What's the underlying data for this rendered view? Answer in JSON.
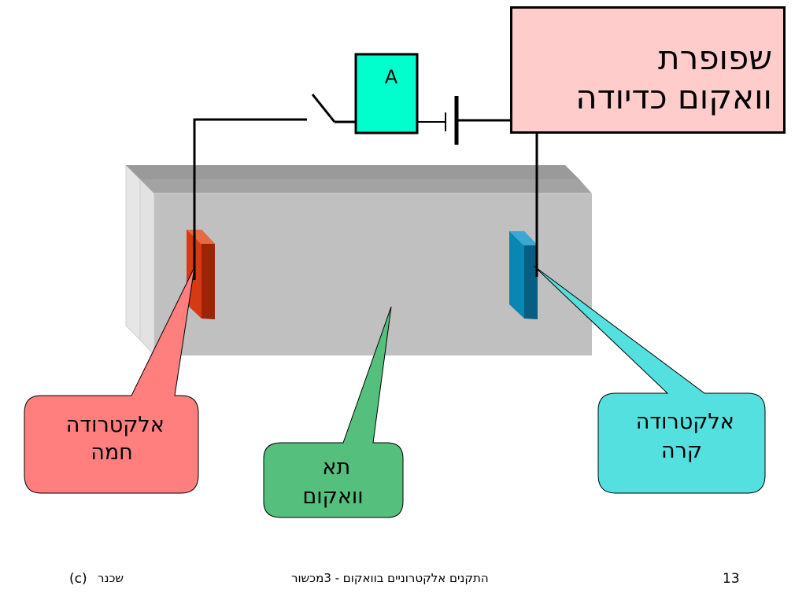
{
  "title": {
    "line1": "שפופרת",
    "line2": "וואקום כדיודה"
  },
  "ammeter": {
    "label": "A"
  },
  "callouts": {
    "hot_electrode": {
      "line1": "אלקטרודה",
      "line2": "חמה",
      "color": "#ff7f7f"
    },
    "vacuum_cell": {
      "line1": "תא",
      "line2": "וואקום",
      "color": "#55c07d"
    },
    "cold_electrode": {
      "line1": "אלקטרודה",
      "line2": "קרה",
      "color": "#55e0e0"
    }
  },
  "colors": {
    "tube": "#c0c0c0",
    "hot_electrode": "#d63a12",
    "cold_electrode": "#0a86b3",
    "ammeter": "#00ffcc",
    "title_bg": "#ffcccc"
  },
  "footer": {
    "copyright": "(c)",
    "author": "שכנר",
    "course": "התקנים אלקטרוניים בוואקום - 3מכשור",
    "page": "13"
  }
}
